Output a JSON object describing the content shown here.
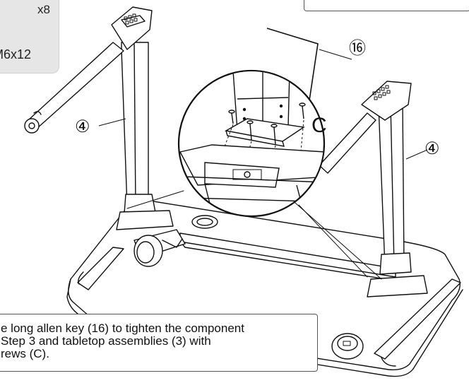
{
  "hardware": {
    "quantity": "x8",
    "screw_size": "M6x12"
  },
  "callouts": {
    "allen_key": "⑯",
    "leg_left": "④",
    "leg_right": "④",
    "screw_letter": "C"
  },
  "caption": {
    "line1": "e long allen key (16) to tighten the component",
    "line2": "Step 3 and tabletop assemblies (3) with",
    "line3": "rews (C)."
  }
}
